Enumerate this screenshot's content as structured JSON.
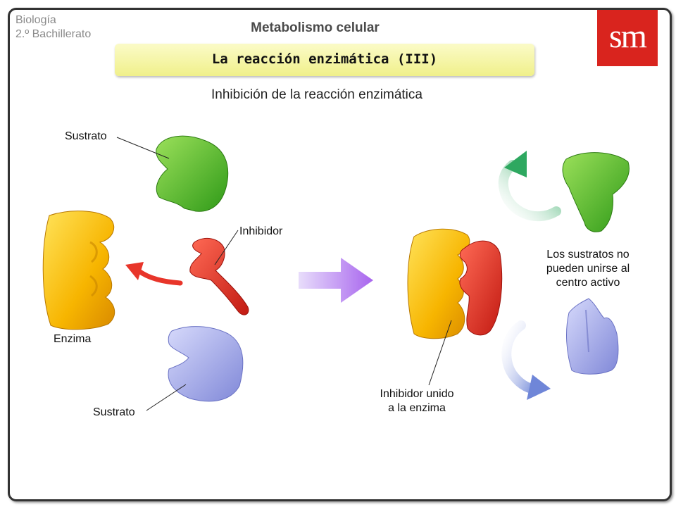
{
  "header": {
    "course_line1": "Biología",
    "course_line2": "2.º Bachillerato",
    "topic": "Metabolismo celular",
    "title": "La reacción enzimática (III)",
    "logo": "sm"
  },
  "subtitle": "Inhibición de la reacción enzimática",
  "labels": {
    "substrate_top": "Sustrato",
    "inhibitor": "Inhibidor",
    "enzyme": "Enzima",
    "substrate_bottom": "Sustrato",
    "bound_line1": "Inhibidor unido",
    "bound_line2": "a la enzima",
    "blocked_line1": "Los sustratos no",
    "blocked_line2": "pueden unirse al",
    "blocked_line3": "centro activo"
  },
  "colors": {
    "enzyme": "#f7b500",
    "inhibitor": "#e8352a",
    "substrate_green": "#58c02a",
    "substrate_blue": "#9aa0e0",
    "arrow_purple": "#b07de8",
    "logo_red": "#d9241e"
  }
}
